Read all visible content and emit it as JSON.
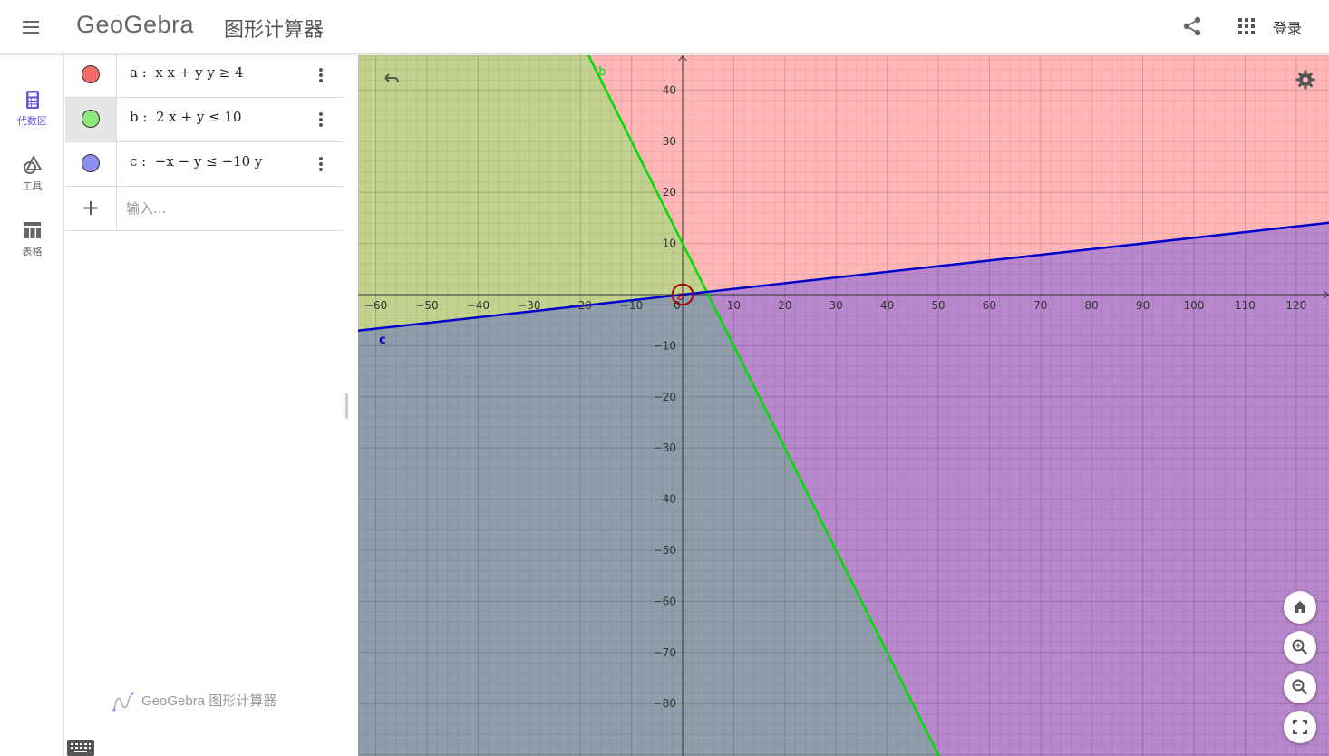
{
  "header": {
    "logo": "GeoGebra",
    "title": "图形计算器",
    "login_label": "登录"
  },
  "rail": {
    "items": [
      {
        "label": "代数区",
        "icon": "calculator-icon",
        "active": true
      },
      {
        "label": "工具",
        "icon": "tools-icon",
        "active": false
      },
      {
        "label": "表格",
        "icon": "table-icon",
        "active": false
      }
    ]
  },
  "algebra": {
    "rows": [
      {
        "formula": "a :  x x + y y ≥ 4",
        "color": "#f36b6b"
      },
      {
        "formula": "b :  2 x + y ≤ 10",
        "color": "#8ee67e"
      },
      {
        "formula": "c :  −x − y ≤ −10 y",
        "color": "#8d8ff0"
      }
    ],
    "input_placeholder": "输入...",
    "footer_brand": "GeoGebra 图形计算器"
  },
  "graph": {
    "x_ticks": [
      "−60",
      "−50",
      "−40",
      "−30",
      "−20",
      "−10",
      "0",
      "10",
      "20",
      "30",
      "40",
      "50",
      "60",
      "70",
      "80",
      "90",
      "100",
      "110",
      "120"
    ],
    "y_ticks": [
      "40",
      "30",
      "20",
      "10",
      "−10",
      "−20",
      "−30",
      "−40",
      "−50",
      "−60",
      "−70",
      "−80"
    ],
    "labels": {
      "a": "a",
      "b": "b",
      "c": "c"
    },
    "colors": {
      "region_a": "#ffb6b6",
      "region_b": "#c2d18e",
      "region_c": "#b987cd",
      "region_bc": "#8f9daa",
      "line_b": "#00dd00",
      "line_c": "#0000cc",
      "circle_a": "#b00000"
    }
  }
}
